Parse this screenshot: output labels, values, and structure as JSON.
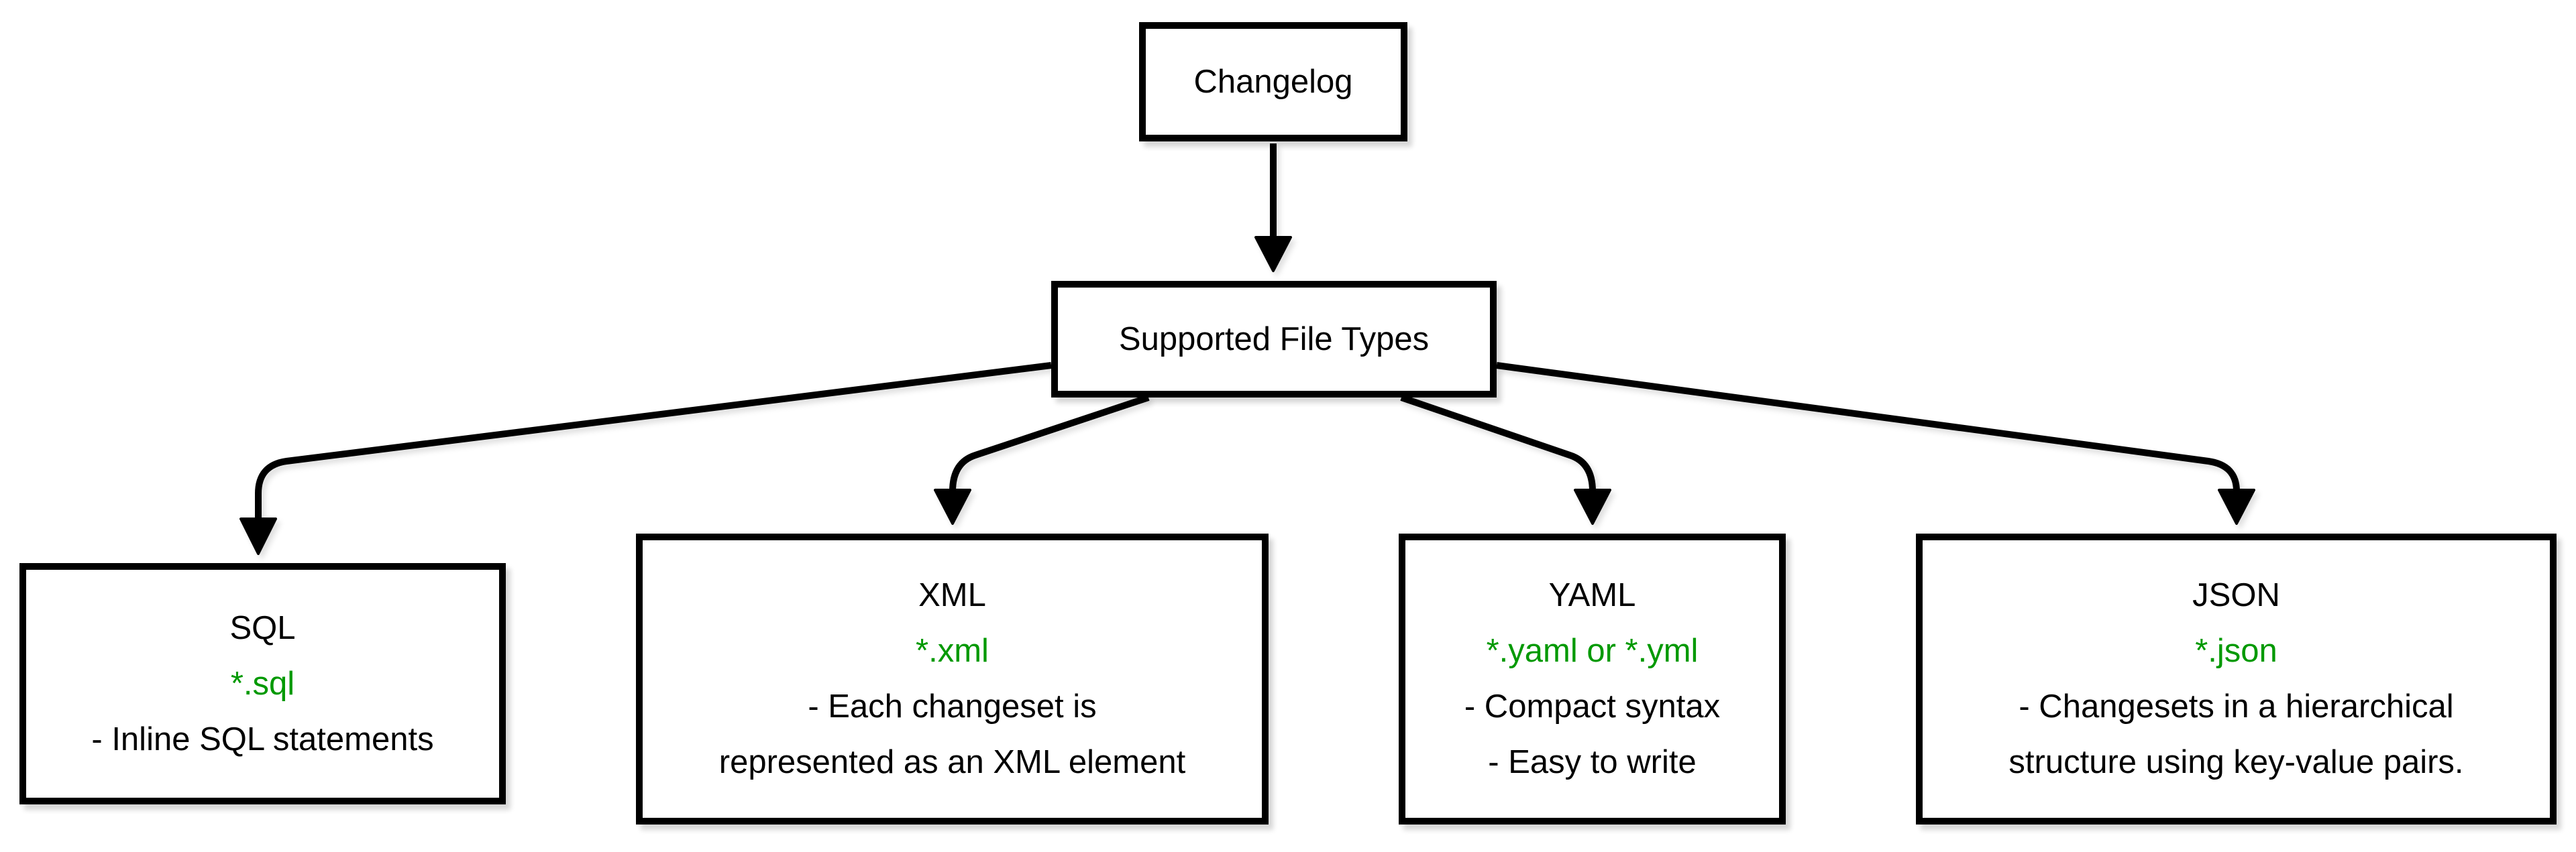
{
  "diagram": {
    "title_node": {
      "label": "Changelog"
    },
    "hub_node": {
      "label": "Supported File Types"
    },
    "file_types": [
      {
        "title": "SQL",
        "pattern": "*.sql",
        "lines": [
          "- Inline SQL statements"
        ]
      },
      {
        "title": "XML",
        "pattern": "*.xml",
        "lines": [
          "- Each changeset is",
          "represented as an XML element"
        ]
      },
      {
        "title": "YAML",
        "pattern": "*.yaml or *.yml",
        "lines": [
          "- Compact syntax",
          "- Easy to write"
        ]
      },
      {
        "title": "JSON",
        "pattern": "*.json",
        "lines": [
          "- Changesets in a hierarchical",
          "structure using key-value pairs."
        ]
      }
    ],
    "colors": {
      "pattern_text": "#009900",
      "stroke": "#000000",
      "node_fill": "#ffffff",
      "background": "#ffffff"
    }
  }
}
